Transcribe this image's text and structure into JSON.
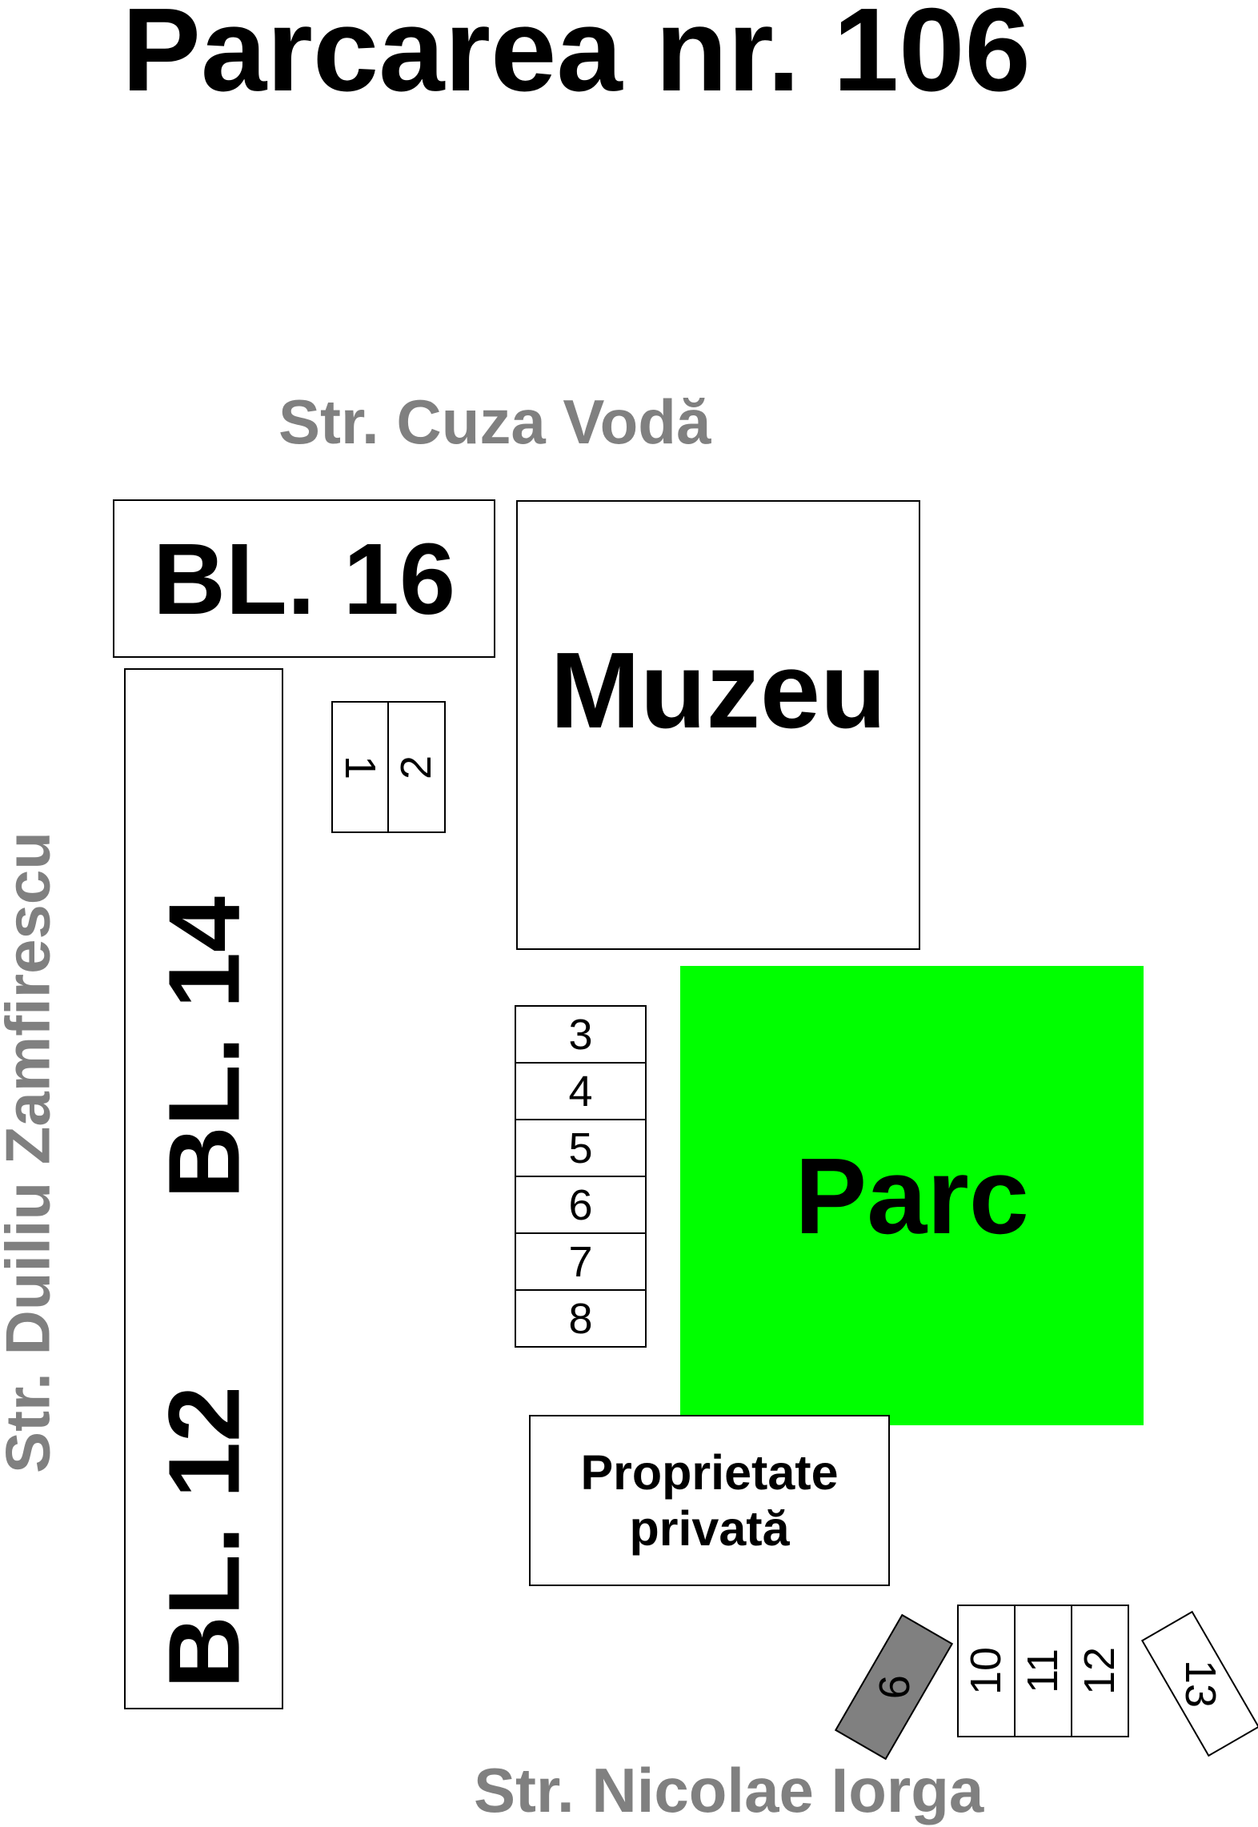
{
  "title": "Parcarea nr. 106",
  "streets": {
    "top": "Str. Cuza Vodă",
    "left": "Str. Duiliu Zamfirescu",
    "bottom": "Str. Nicolae Iorga"
  },
  "buildings": {
    "bl16": "BL. 16",
    "bl14": "BL. 14",
    "bl12": "BL. 12",
    "museum": "Muzeu",
    "park": "Parc",
    "private_line1": "Proprietate",
    "private_line2": "privată"
  },
  "spots": {
    "s1": "1",
    "s2": "2",
    "s3": "3",
    "s4": "4",
    "s5": "5",
    "s6": "6",
    "s7": "7",
    "s8": "8",
    "s9": "9",
    "s10": "10",
    "s11": "11",
    "s12": "12",
    "s13": "13"
  },
  "colors": {
    "park": "#00ff00",
    "street_label": "#808080",
    "reserved_spot": "#808080"
  }
}
